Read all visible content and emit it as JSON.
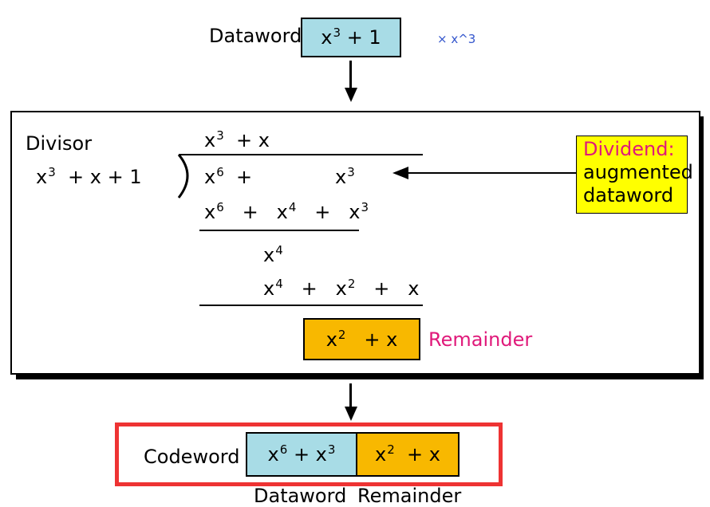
{
  "dataword": {
    "label": "Dataword",
    "value_base": "x",
    "value_exp": "3",
    "value_rest": "+ 1",
    "multiplier_note": "× x^3"
  },
  "division": {
    "divisor_label": "Divisor",
    "divisor": [
      "x",
      "3",
      "+  x  +  1"
    ],
    "quotient": [
      "x",
      "3",
      "+  x"
    ],
    "row1": {
      "a": "x",
      "a_exp": "6",
      "plus": "+",
      "b": "x",
      "b_exp": "3"
    },
    "row2": {
      "a": "x",
      "a_exp": "6",
      "p1": "+",
      "b": "x",
      "b_exp": "4",
      "p2": "+",
      "c": "x",
      "c_exp": "3"
    },
    "row3": {
      "a": "x",
      "a_exp": "4"
    },
    "row4": {
      "a": "x",
      "a_exp": "4",
      "p1": "+",
      "b": "x",
      "b_exp": "2",
      "p2": "+",
      "c": "x"
    },
    "remainder": {
      "a": "x",
      "a_exp": "2",
      "rest": "+   x"
    },
    "remainder_label": "Remainder"
  },
  "dividend_note": {
    "line1": "Dividend:",
    "line2": "augmented",
    "line3": "dataword"
  },
  "codeword": {
    "label": "Codeword",
    "dataword_part": {
      "a": "x",
      "a_exp": "6",
      "rest": "+ x",
      "b_exp": "3"
    },
    "remainder_part": {
      "a": "x",
      "a_exp": "2",
      "rest": "+  x"
    },
    "caption_dataword": "Dataword",
    "caption_remainder": "Remainder"
  },
  "colors": {
    "dataword_fill": "#a8dce6",
    "remainder_fill": "#f8b800",
    "note_fill": "#ffff00",
    "magenta": "#e0197a",
    "red": "#ee3333",
    "blue_note": "#3355cc"
  }
}
